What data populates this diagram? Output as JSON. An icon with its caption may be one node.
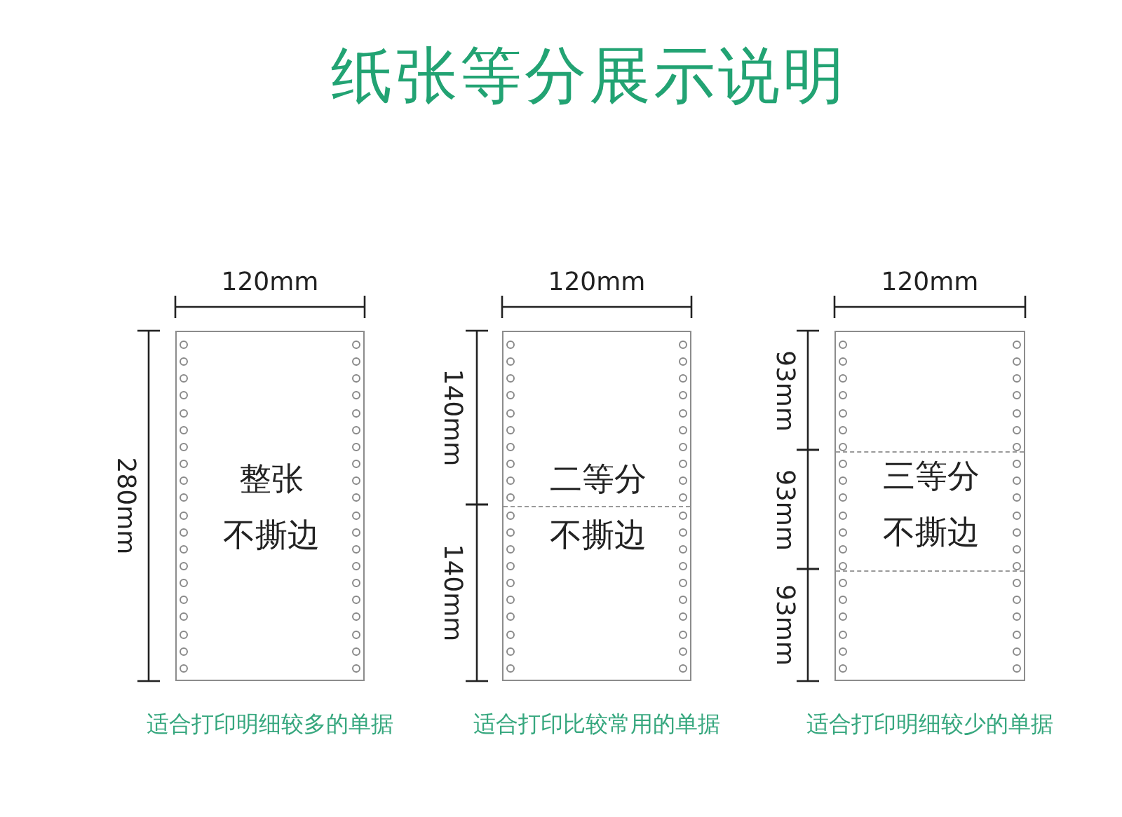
{
  "diagram": {
    "title": "纸张等分展示说明",
    "nodes": [
      {
        "text": [
          "整张",
          "不撕边"
        ],
        "beside": [
          "适合打印明细较多的单据"
        ]
      },
      {
        "text": [
          "二等分",
          "不撕边"
        ],
        "beside": [
          "适合打印比较常用的单据"
        ]
      },
      {
        "text": [
          "三等分",
          "不撕边"
        ],
        "beside": [
          "适合打印明细较少的单据"
        ]
      }
    ],
    "labels": [
      "120mm",
      "280mm",
      "120mm",
      "140mm",
      "140mm",
      "120mm",
      "93mm",
      "93mm",
      "93mm"
    ]
  }
}
